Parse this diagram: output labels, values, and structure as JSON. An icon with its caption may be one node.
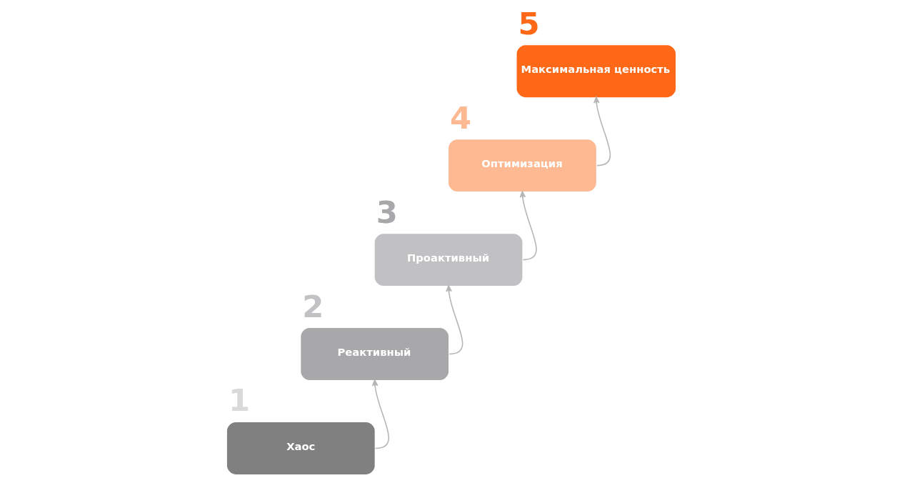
{
  "diagram": {
    "nodes": [
      {
        "text": [
          "1",
          "Хаос"
        ]
      },
      {
        "text": [
          "2",
          "Реактивный"
        ]
      },
      {
        "text": [
          "3",
          "Проактивный"
        ]
      },
      {
        "text": [
          "4",
          "Оптимизация"
        ]
      },
      {
        "text": [
          "5",
          "Максимальная ценность"
        ]
      }
    ],
    "edges": [
      {
        "from": 0,
        "to": 1,
        "arrow": "to"
      },
      {
        "from": 1,
        "to": 2,
        "arrow": "to"
      },
      {
        "from": 2,
        "to": 3,
        "arrow": "to"
      },
      {
        "from": 3,
        "to": 4,
        "arrow": "to"
      }
    ]
  }
}
